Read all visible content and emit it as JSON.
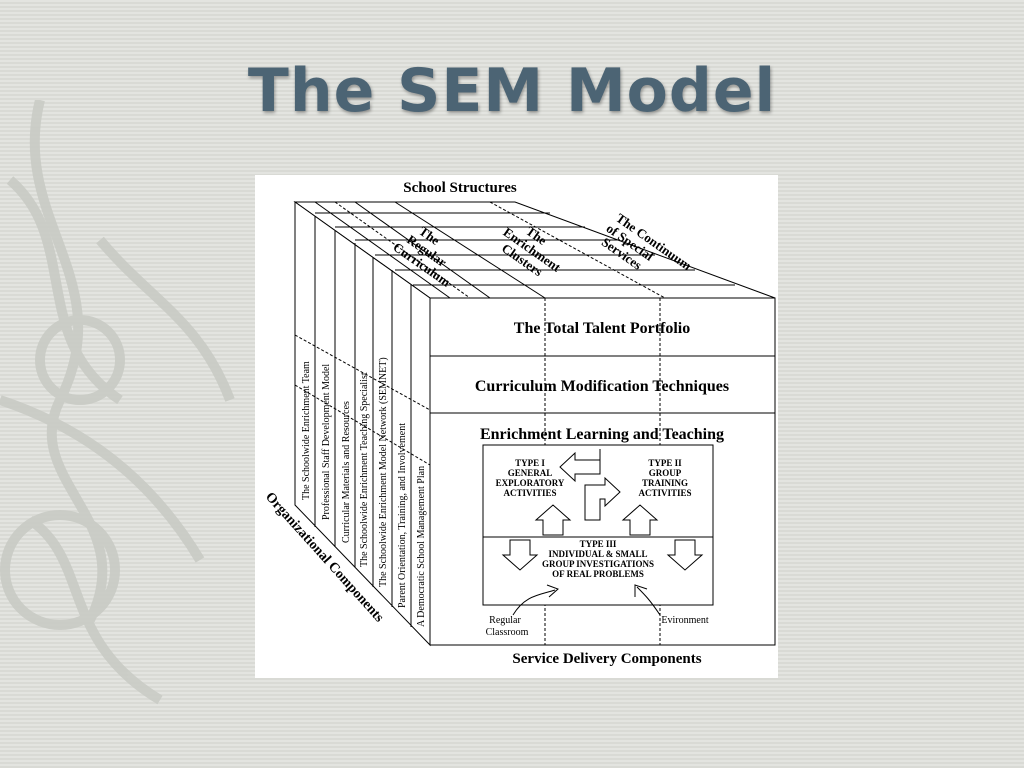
{
  "title": "The SEM Model",
  "diagram": {
    "school_structures_label": "School Structures",
    "top_labels": {
      "regular_curriculum": [
        "The",
        "Regular",
        "Curriculum"
      ],
      "enrichment_clusters": [
        "The",
        "Enrichment",
        "Clusters"
      ],
      "continuum_special_services": [
        "The Continuum",
        "of Special",
        "Services"
      ]
    },
    "front_layers": {
      "talent_portfolio": "The Total Talent Portfolio",
      "curriculum_modification": "Curriculum Modification Techniques",
      "enrichment_learning": "Enrichment Learning and Teaching"
    },
    "type_boxes": {
      "type1": [
        "TYPE I",
        "GENERAL",
        "EXPLORATORY",
        "ACTIVITIES"
      ],
      "type2": [
        "TYPE II",
        "GROUP",
        "TRAINING",
        "ACTIVITIES"
      ],
      "type3": [
        "TYPE III",
        "INDIVIDUAL & SMALL",
        "GROUP INVESTIGATIONS",
        "OF REAL PROBLEMS"
      ]
    },
    "inputs": {
      "regular_classroom": [
        "Regular",
        "Classroom"
      ],
      "environment": "Evironment"
    },
    "service_delivery_label": "Service Delivery Components",
    "organizational_label": "Organizational Components",
    "side_items": [
      "The Schoolwide Enrichment Team",
      "Professional Staff Development Model",
      "Curricular Materials and Resources",
      "The Schoolwide Enrichment Teaching Specialist",
      "The Schoolwide Enrichment Model Network (SEMNET)",
      "Parent Orientation, Training, and Involvement",
      "A Democratic School Management Plan"
    ]
  }
}
